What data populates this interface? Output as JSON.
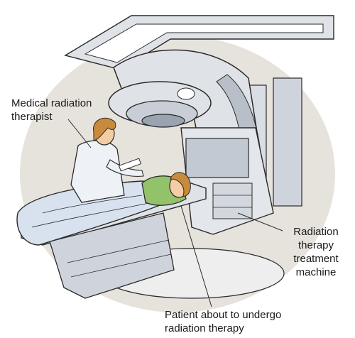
{
  "labels": {
    "therapist": "Medical radiation\ntherapist",
    "machine": "Radiation\ntherapy\ntreatment\nmachine",
    "patient": "Patient about to undergo\nradiation therapy"
  },
  "colors": {
    "background_circle": "#e6e2dc",
    "machine_body": "#dfe2e7",
    "machine_shadow": "#b9bfc9",
    "sheet": "#d8e1ee",
    "patient_shirt": "#92c36b",
    "hair": "#c88a3c",
    "skin": "#f3cda5",
    "outline": "#2a2a2a"
  }
}
